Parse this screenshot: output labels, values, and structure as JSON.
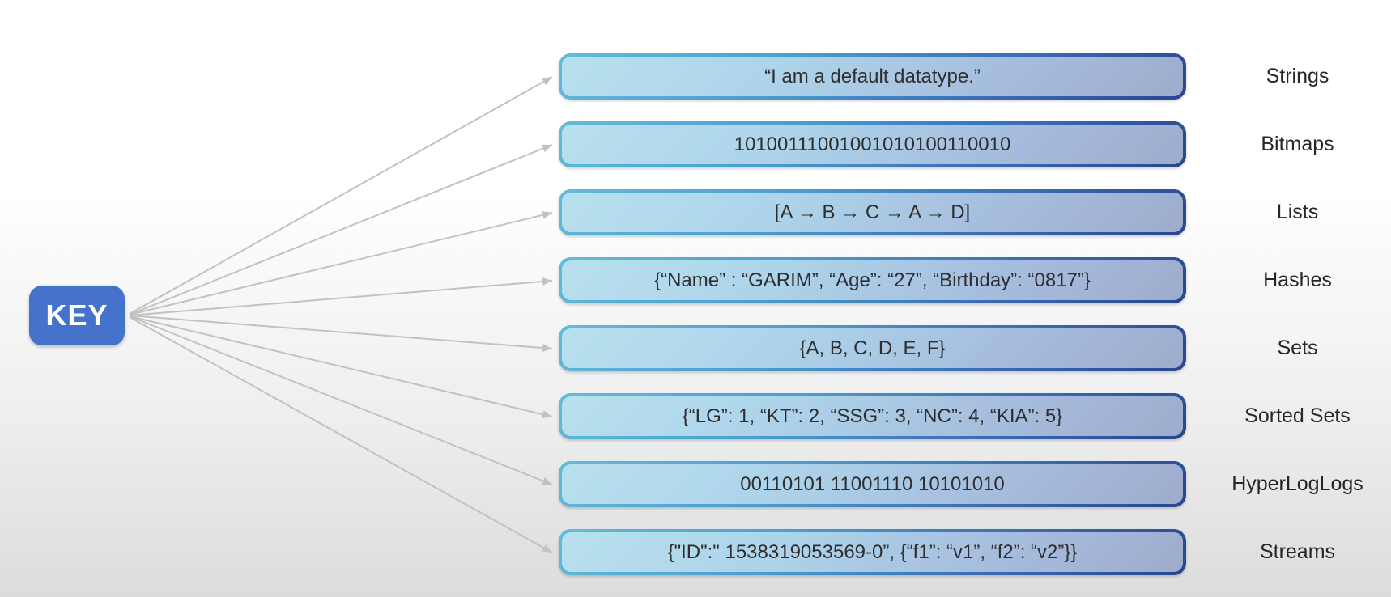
{
  "key_node": {
    "label": "KEY"
  },
  "rows": [
    {
      "label": "Strings",
      "value": "“I am a default datatype.”"
    },
    {
      "label": "Bitmaps",
      "value": "10100111001001010100110010"
    },
    {
      "label": "Lists",
      "value": "[A → B → C → A → D]"
    },
    {
      "label": "Hashes",
      "value": "{“Name” : “GARIM”, “Age”: “27”, “Birthday”: “0817”}"
    },
    {
      "label": "Sets",
      "value": "{A, B, C, D, E, F}"
    },
    {
      "label": "Sorted Sets",
      "value": "{“LG”: 1, “KT”: 2, “SSG”: 3, “NC”: 4, “KIA”: 5}"
    },
    {
      "label": "HyperLogLogs",
      "value": "00110101 11001110 10101010"
    },
    {
      "label": "Streams",
      "value": "{\"ID\":\" 1538319053569-0”, {“f1”: “v1”, “f2”: “v2”}}"
    }
  ],
  "colors": {
    "key_box_fill": "#4573cb",
    "key_text": "#ffffff",
    "box_border_gradient_start": "#62bcd9",
    "box_border_gradient_end": "#28468f",
    "arrow": "#c2c2c2",
    "label_text": "#262626",
    "value_text": "#2e2e2e"
  }
}
